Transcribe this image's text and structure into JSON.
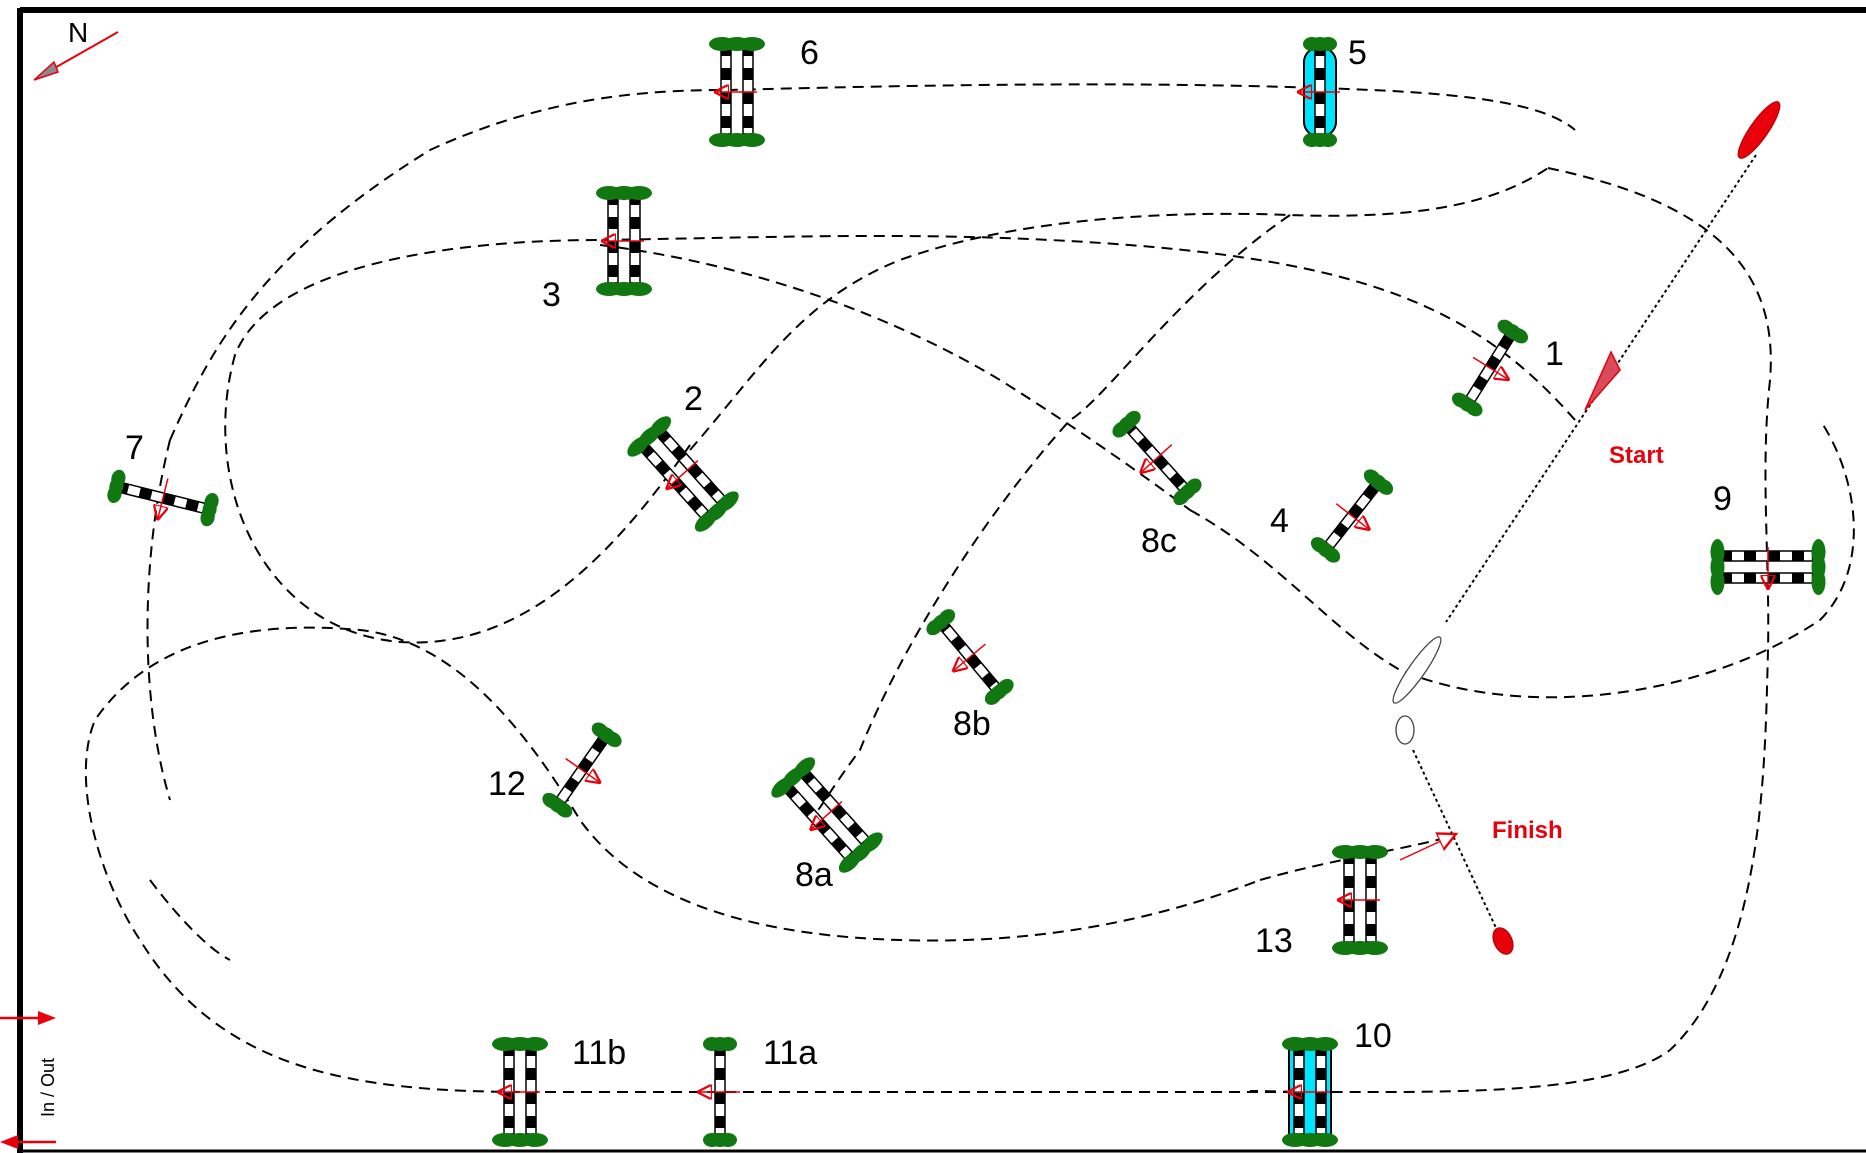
{
  "compass": {
    "label": "N"
  },
  "start_label": "Start",
  "finish_label": "Finish",
  "gate_label": "In / Out",
  "fences": [
    {
      "id": "1",
      "label": "1"
    },
    {
      "id": "2",
      "label": "2"
    },
    {
      "id": "3",
      "label": "3"
    },
    {
      "id": "4",
      "label": "4"
    },
    {
      "id": "5",
      "label": "5",
      "water": true
    },
    {
      "id": "6",
      "label": "6"
    },
    {
      "id": "7",
      "label": "7"
    },
    {
      "id": "8a",
      "label": "8a"
    },
    {
      "id": "8b",
      "label": "8b"
    },
    {
      "id": "8c",
      "label": "8c"
    },
    {
      "id": "9",
      "label": "9"
    },
    {
      "id": "10",
      "label": "10",
      "water": true
    },
    {
      "id": "11a",
      "label": "11a"
    },
    {
      "id": "11b",
      "label": "11b"
    },
    {
      "id": "12",
      "label": "12"
    },
    {
      "id": "13",
      "label": "13"
    }
  ],
  "colors": {
    "rail_dark": "#000000",
    "rail_light": "#ffffff",
    "bush": "#117711",
    "water": "#00e5ff",
    "accent": "#e8000b",
    "path": "#000000"
  }
}
